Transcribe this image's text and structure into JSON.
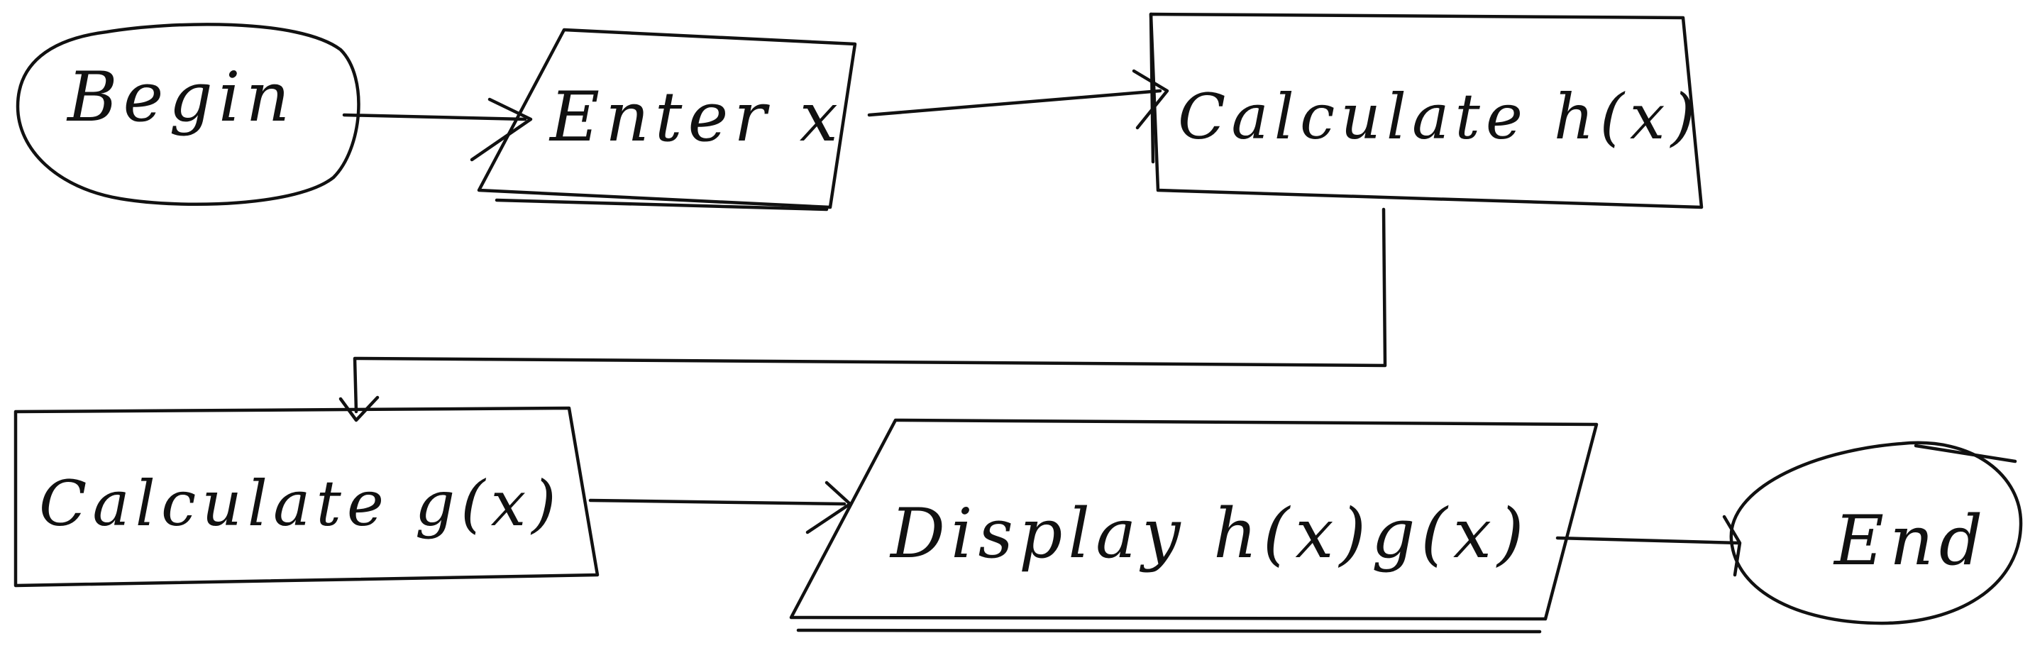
{
  "nodes": {
    "begin": {
      "label": "Begin",
      "shape": "terminator"
    },
    "enter_x": {
      "label": "Enter x",
      "shape": "input-output"
    },
    "calc_h": {
      "label": "Calculate h(x)",
      "shape": "process"
    },
    "calc_g": {
      "label": "Calculate g(x)",
      "shape": "process"
    },
    "display": {
      "label": "Display h(x)g(x)",
      "shape": "input-output"
    },
    "end": {
      "label": "End",
      "shape": "terminator"
    }
  },
  "edges": [
    {
      "from": "begin",
      "to": "enter_x"
    },
    {
      "from": "enter_x",
      "to": "calc_h"
    },
    {
      "from": "calc_h",
      "to": "calc_g"
    },
    {
      "from": "calc_g",
      "to": "display"
    },
    {
      "from": "display",
      "to": "end"
    }
  ],
  "style": {
    "stroke_color": "#111111",
    "background": "#ffffff",
    "rendering": "hand-drawn"
  }
}
